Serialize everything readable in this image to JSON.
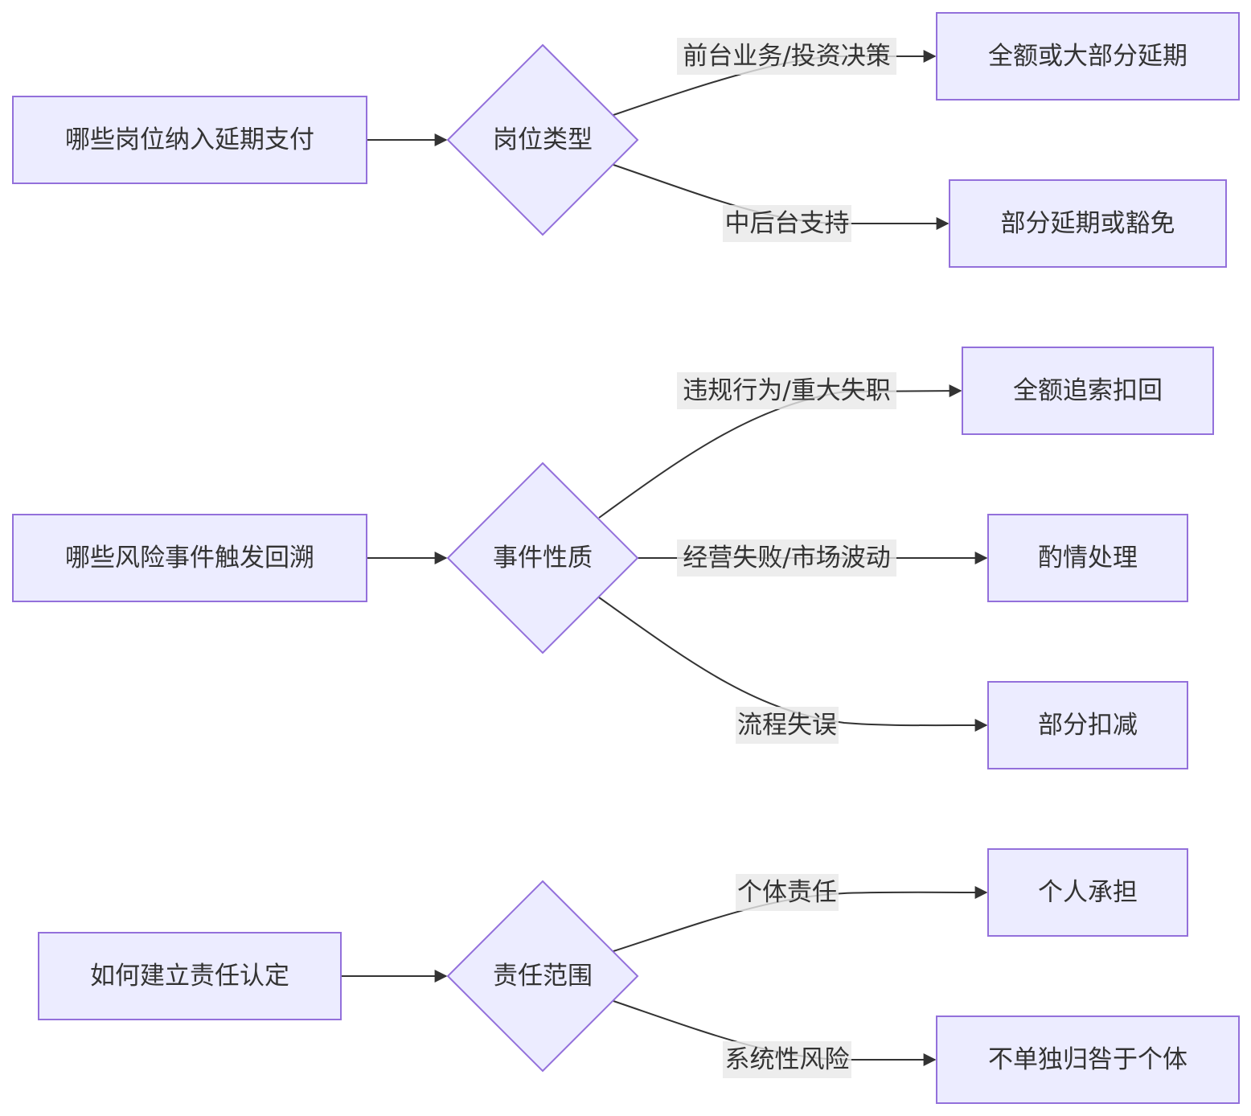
{
  "nodes": {
    "q_positions": "哪些岗位纳入延期支付",
    "d_position_type": "岗位类型",
    "r_full_defer": "全额或大部分延期",
    "r_partial_defer": "部分延期或豁免",
    "q_risk_events": "哪些风险事件触发回溯",
    "d_event_nature": "事件性质",
    "r_full_recover": "全额追索扣回",
    "r_discretion": "酌情处理",
    "r_partial_deduct": "部分扣减",
    "q_responsibility": "如何建立责任认定",
    "d_resp_scope": "责任范围",
    "r_individual": "个人承担",
    "r_not_individual": "不单独归咎于个体"
  },
  "edge_labels": {
    "front_office": "前台业务/投资决策",
    "mid_back_office": "中后台支持",
    "violation": "违规行为/重大失职",
    "business_failure": "经营失败/市场波动",
    "process_error": "流程失误",
    "individual_resp": "个体责任",
    "systemic_risk": "系统性风险"
  }
}
